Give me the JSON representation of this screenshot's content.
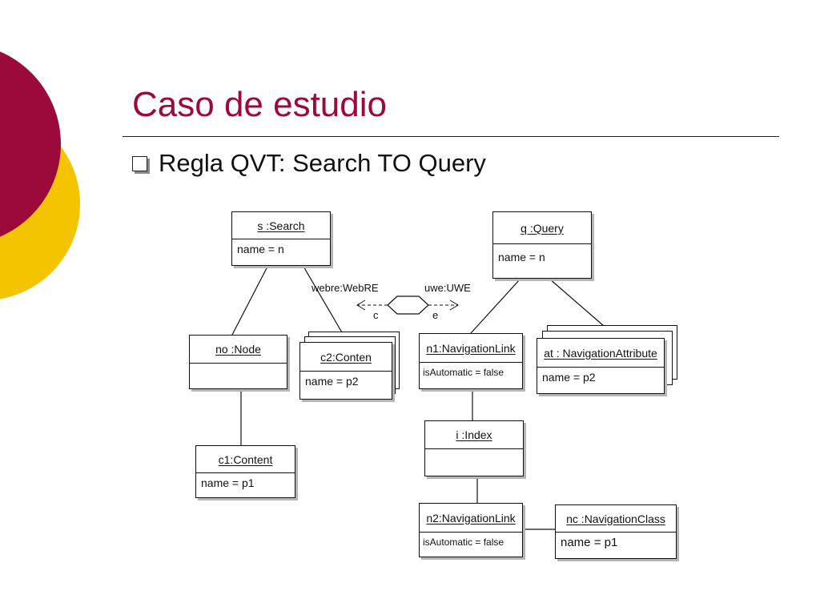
{
  "slide": {
    "title": "Caso de estudio",
    "bullet": "Regla QVT: Search TO Query"
  },
  "colors": {
    "title": "#9b0a3a",
    "deco_red": "#9b0a3a",
    "deco_yellow": "#f5c400"
  },
  "icons": {
    "bullet": "checkbox-square-icon"
  },
  "diagram": {
    "relation": {
      "left_domain": "webre:WebRE",
      "right_domain": "uwe:UWE",
      "left_mark": "c",
      "right_mark": "e"
    },
    "objects": {
      "search": {
        "name": "s :Search",
        "attr": "name = n"
      },
      "query": {
        "name": "q :Query",
        "attr": "name = n"
      },
      "node": {
        "name": "no :Node",
        "attr": ""
      },
      "conten": {
        "name": "c2:Conten",
        "attr": "name = p2"
      },
      "content": {
        "name": "c1:Content",
        "attr": "name = p1"
      },
      "navlink1": {
        "name": "n1:NavigationLink",
        "attr": "isAutomatic = false"
      },
      "navattr": {
        "name": "at : NavigationAttribute",
        "attr": "name = p2"
      },
      "index": {
        "name": "i :Index",
        "attr": ""
      },
      "navlink2": {
        "name": "n2:NavigationLink",
        "attr": "isAutomatic = false"
      },
      "navclass": {
        "name": "nc :NavigationClass",
        "attr": "name = p1"
      }
    }
  }
}
